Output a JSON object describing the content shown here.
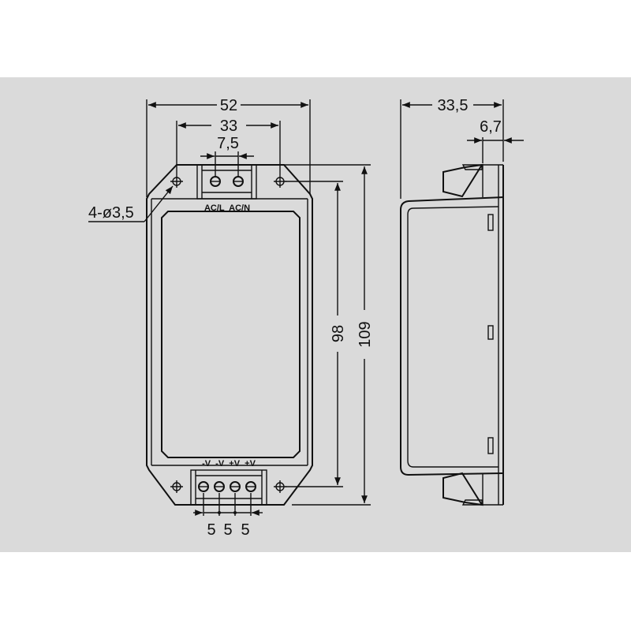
{
  "front_view": {
    "width_overall": "52",
    "hole_spacing_horizontal": "33",
    "input_pin_pitch": "7,5",
    "mounting_holes": "4-ø3,5",
    "hole_spacing_vertical": "98",
    "height_overall": "109",
    "input_terminal_labels": "AC/L  AC/N",
    "output_terminal_labels": "-V  -V  +V  +V",
    "output_pin_pitch": [
      "5",
      "5",
      "5"
    ]
  },
  "side_view": {
    "depth_overall": "33,5",
    "flange_thickness": "6,7"
  },
  "colors": {
    "background_band": "#dadada",
    "line": "#111111"
  }
}
